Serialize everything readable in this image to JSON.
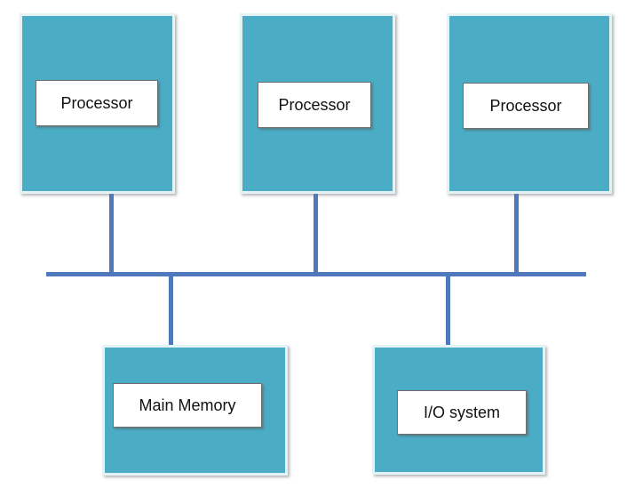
{
  "diagram": {
    "processors": [
      {
        "label": "Processor"
      },
      {
        "label": "Processor"
      },
      {
        "label": "Processor"
      }
    ],
    "main_memory": {
      "label": "Main Memory"
    },
    "io_system": {
      "label": "I/O system"
    },
    "colors": {
      "node_fill": "#4bacc6",
      "node_border": "#e6f3f6",
      "bus": "#4f79bd",
      "label_fill": "#ffffff"
    }
  }
}
